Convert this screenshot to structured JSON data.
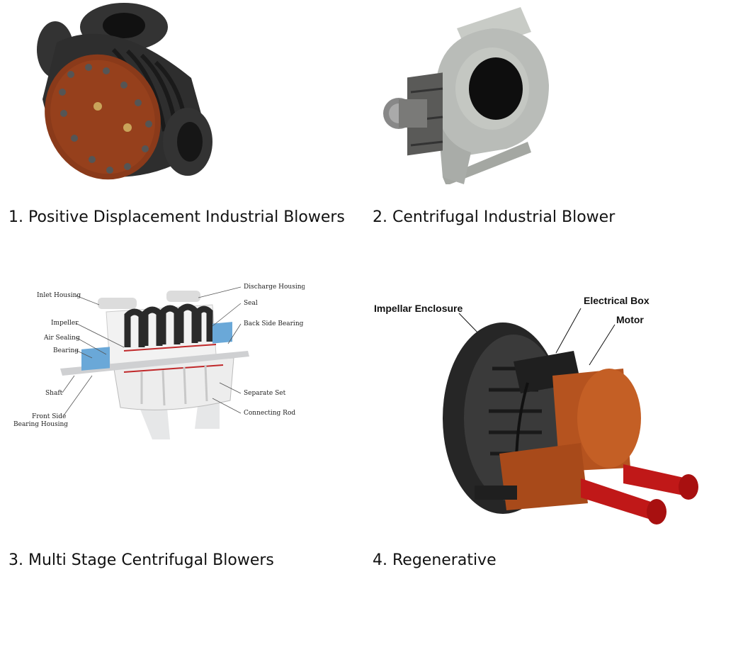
{
  "items": [
    {
      "caption": "1. Positive Displacement Industrial Blowers",
      "icon": "positive-displacement-blower-icon"
    },
    {
      "caption": "2. Centrifugal Industrial Blower",
      "icon": "centrifugal-blower-icon"
    },
    {
      "caption": "3. Multi Stage Centrifugal Blowers",
      "icon": "multi-stage-blower-diagram-icon",
      "labels": {
        "inlet_housing": "Inlet Housing",
        "impeller": "Impeller",
        "air_sealing": "Air Sealing",
        "bearing": "Bearing",
        "shaft": "Shaft",
        "front_side": "Front Side",
        "bearing_housing": "Bearing Housing",
        "discharge_housing": "Discharge Housing",
        "seal": "Seal",
        "back_side_bearing": "Back Side Bearing",
        "separate_set": "Separate Set",
        "connecting_rod": "Connecting Rod"
      }
    },
    {
      "caption": "4. Regenerative",
      "icon": "regenerative-blower-icon",
      "labels": {
        "impellar_enclosure": "Impellar Enclosure",
        "electrical_box": "Electrical Box",
        "motor": "Motor"
      }
    }
  ],
  "colors": {
    "black_body": "#2a2a2a",
    "rust_cover": "#8a3a1a",
    "grey_fan": "#b9bcb8",
    "blue_part": "#6aa8d8",
    "orange_motor": "#b5531f",
    "red_pipe": "#c01818"
  }
}
